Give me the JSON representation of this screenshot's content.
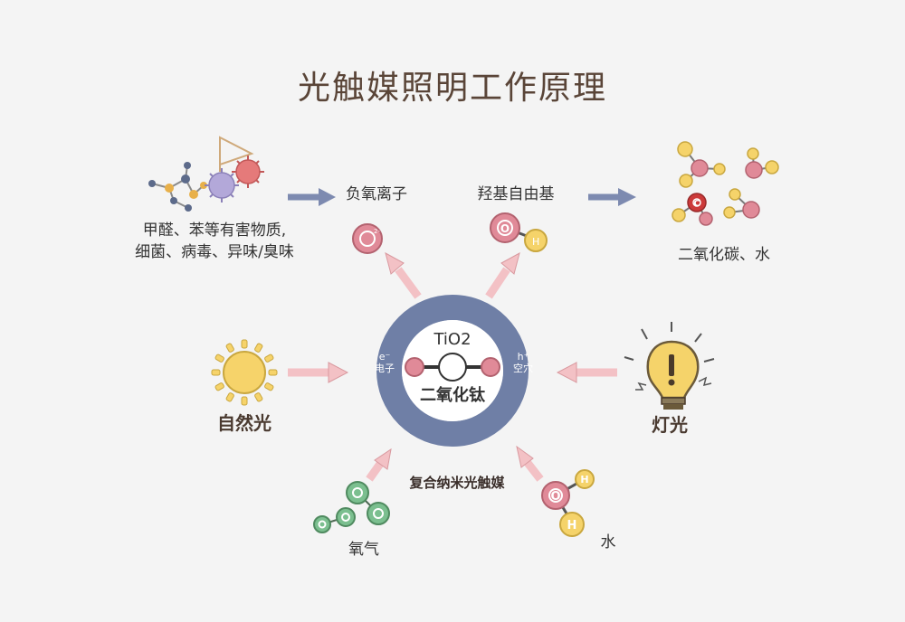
{
  "title": "光触媒照明工作原理",
  "labels": {
    "pollutants_line1": "甲醛、苯等有害物质,",
    "pollutants_line2": "细菌、病毒、异味/臭味",
    "negative_oxygen_ion": "负氧离子",
    "hydroxyl_radical": "羟基自由基",
    "products": "二氧化碳、水",
    "natural_light": "自然光",
    "lamp_light": "灯光",
    "oxygen": "氧气",
    "water": "水",
    "composite": "复合纳米光触媒"
  },
  "catalyst": {
    "formula": "TiO2",
    "name": "二氧化钛",
    "electron": "e⁻",
    "electron_cn": "电子",
    "hole": "h⁺",
    "hole_cn": "空穴"
  },
  "atoms": {
    "o": "O",
    "h": "H",
    "c": "C",
    "o_charge": "O²⁻"
  },
  "colors": {
    "ring": "#6f7fa6",
    "arrow_blue": "#7d8ab0",
    "arrow_pink": "#f3c1c5",
    "arrow_pink_stroke": "#d9999f",
    "oxygen_red": "#e08a98",
    "hydrogen_yellow": "#f5d36a",
    "oxygen_green": "#7bbf8f",
    "carbon_red": "#cc3a3a",
    "sun": "#f6d36a"
  }
}
